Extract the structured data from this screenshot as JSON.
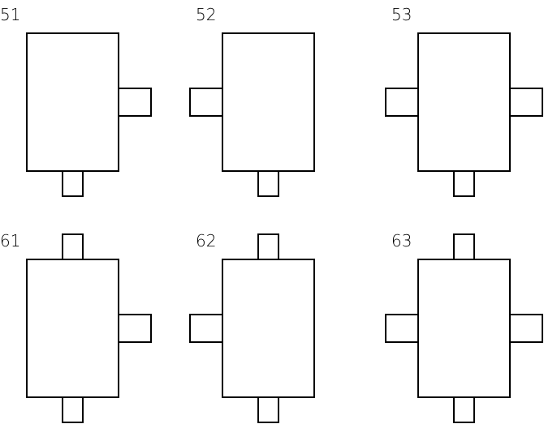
{
  "diagrams": [
    {
      "label": "51",
      "tabs": [
        "right",
        "bottom"
      ]
    },
    {
      "label": "52",
      "tabs": [
        "left",
        "bottom"
      ]
    },
    {
      "label": "53",
      "tabs": [
        "left",
        "right",
        "bottom"
      ]
    },
    {
      "label": "61",
      "tabs": [
        "top",
        "right",
        "bottom"
      ]
    },
    {
      "label": "62",
      "tabs": [
        "top",
        "left",
        "bottom"
      ]
    },
    {
      "label": "63",
      "tabs": [
        "top",
        "left",
        "right",
        "bottom"
      ]
    }
  ]
}
